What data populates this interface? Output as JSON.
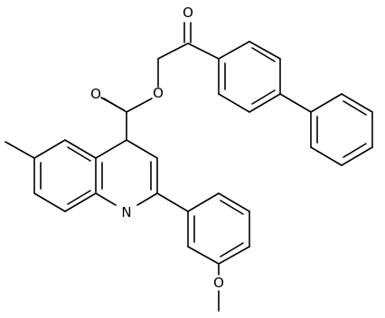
{
  "molecule": {
    "atoms": {
      "carbonyl_oxygen_top": "O",
      "ester_oxygen_single": "O",
      "ester_oxygen_double": "O",
      "quinoline_nitrogen": "N",
      "methoxy_oxygen": "O"
    },
    "colors": {
      "bond": "#000000",
      "label": "#000000",
      "background": "#ffffff"
    }
  }
}
